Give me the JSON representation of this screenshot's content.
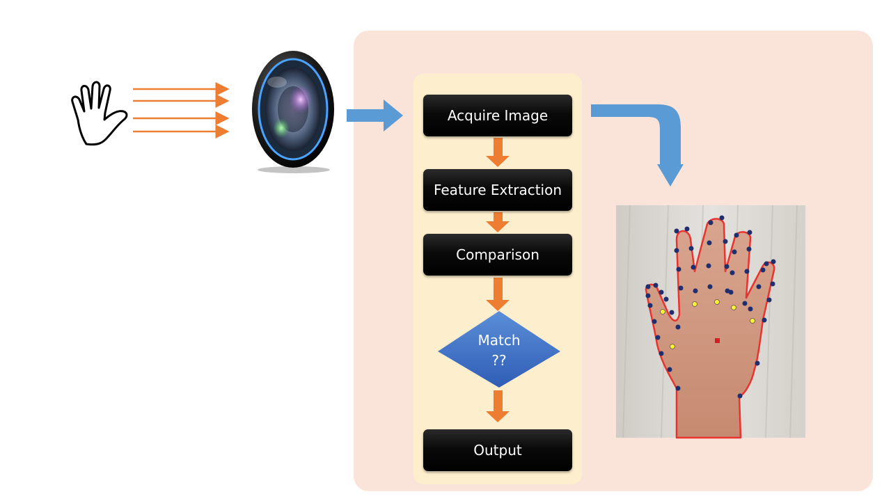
{
  "flow": {
    "steps": [
      {
        "label": "Acquire Image"
      },
      {
        "label": "Feature Extraction"
      },
      {
        "label": "Comparison"
      }
    ],
    "decision": {
      "line1": "Match",
      "line2": "??"
    },
    "output": {
      "label": "Output"
    }
  },
  "colors": {
    "panel_background": "#fae3d8",
    "flow_column_background": "#fdeecd",
    "step_box": "#000000",
    "decision_diamond": "#4472c4",
    "flow_arrows": "#ed7d31",
    "transfer_arrows": "#5b9bd5",
    "light_rays": "#ed7d31",
    "hand_outline": "#e8332f",
    "landmark_points": "#1f2f6e",
    "palm_points": "#ffee33",
    "palm_center": "#d42020"
  },
  "icons": {
    "hand": "hand-outline-icon",
    "camera": "camera-lens-icon",
    "palm_photo": "hand-landmark-image"
  }
}
